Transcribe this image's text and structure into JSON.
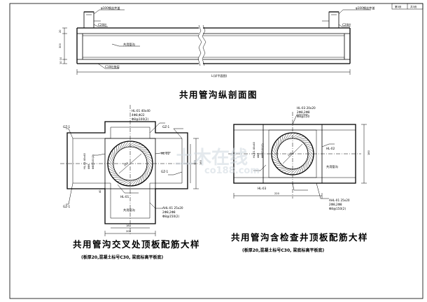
{
  "page": {
    "sheet_no": "第3页",
    "sheet_total": "共3页"
  },
  "profile": {
    "title": "共用管沟纵剖面图",
    "rebar_left": "φ100钢丝井盖",
    "rebar_right": "φ100钢丝井盖",
    "c20_left": "C20砼",
    "c20_right": "C20砼",
    "pipe_label": "共用管沟",
    "cushion": "C10砼垫层",
    "length": "L(详平面图)",
    "dim_top": "20",
    "dim_mid": "300",
    "dim_bot": "10 10"
  },
  "cross": {
    "title": "共用管沟交叉处顶板配筋大样",
    "note": "(板厚20,混凝土标号C30, 梁底标高平板底)",
    "gz_tl": "GZ-1",
    "gz_tr": "GZ-1",
    "gz_bl": "GZ-1",
    "gz_mr": "GZ-1",
    "hl01_top": "HL-01 40x40",
    "hl01_top2": "4Φ8,Φ22",
    "hl01_top3": "Φ8@100(2)",
    "hl02": "HL-02",
    "hl01_left": "HL-01 40x40",
    "hl01_left2": "4Φ8",
    "hl01_left3": "Φ8@100(2)",
    "hl01_inner": "HL-01",
    "pipe": "共用管沟",
    "dim_circle": "100",
    "dim_right": "180",
    "dim_r2": "160",
    "dim_bottom1": "180",
    "dim_bottom2": "200",
    "dim_left": "40",
    "ahl": "AHL-01 25x20",
    "ahl2": "2Φ8,2Φ8",
    "ahl3": "Φ8@150(2)"
  },
  "manhole": {
    "title": "共用管沟含检查井顶板配筋大样",
    "note": "(板厚20,混凝土标号C30, 梁底标高平板底)",
    "hl03_top": "HL-03 20x20",
    "hl03_top2": "2Φ8,2Φ8",
    "hl03_top3": "Φ8@150",
    "hl02": "HL-02",
    "hl01_left": "HL-01 40x40",
    "hl01_left2": "4Φ8",
    "hl01_left3": "Φ8@100(2)",
    "pipe": "共用管沟",
    "hl03_bottom": "HL-03",
    "dim_circle": "100",
    "dim_bottom": "220",
    "dim_right": "180",
    "ahl": "AHL-01 25x20",
    "ahl2": "2Φ8,2Φ8",
    "ahl3": "Φ8@150(2)"
  },
  "watermark": {
    "text": "土木在线",
    "url": "co188.com"
  }
}
